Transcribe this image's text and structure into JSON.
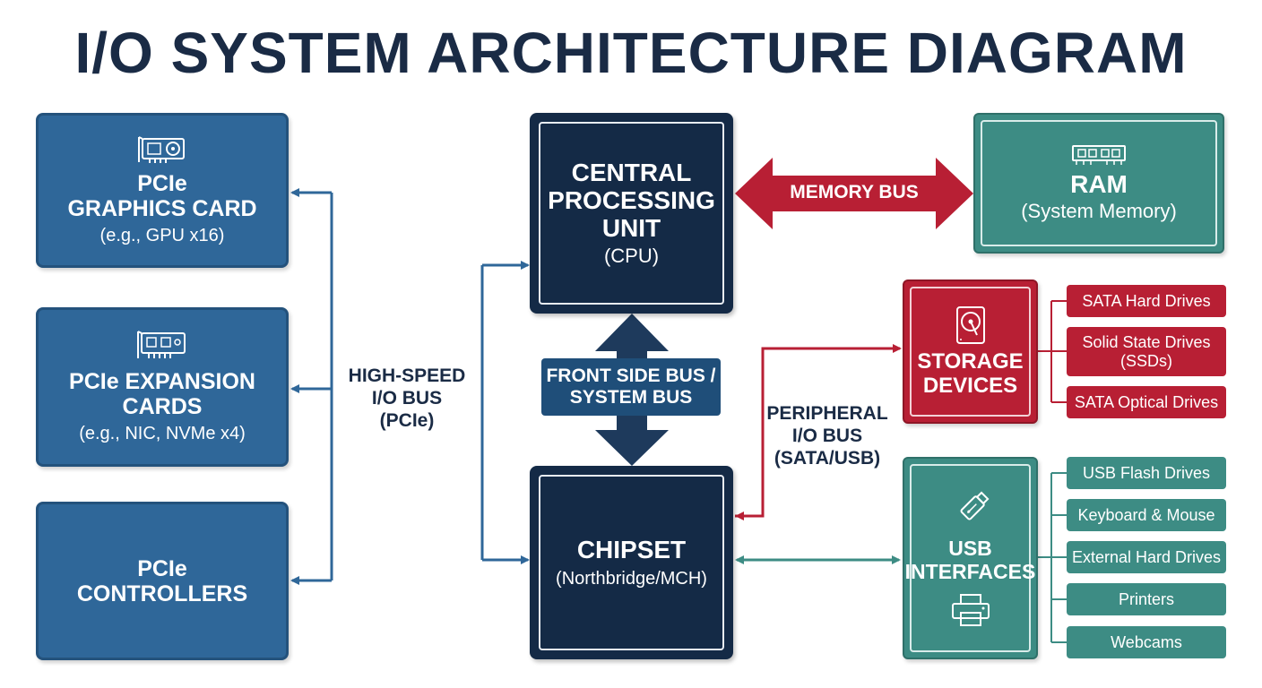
{
  "title": "I/O SYSTEM ARCHITECTURE DIAGRAM",
  "pcie_graphics": {
    "line1": "PCIe",
    "line2": "GRAPHICS CARD",
    "sub": "(e.g., GPU x16)",
    "icon": "graphics-card-icon"
  },
  "pcie_expansion": {
    "line1": "PCIe EXPANSION",
    "line2": "CARDS",
    "sub": "(e.g., NIC, NVMe x4)",
    "icon": "expansion-card-icon"
  },
  "pcie_controllers": {
    "line1": "PCIe",
    "line2": "CONTROLLERS"
  },
  "high_speed_bus": {
    "label": "HIGH-SPEED\nI/O BUS\n(PCIe)"
  },
  "cpu": {
    "line1": "CENTRAL",
    "line2": "PROCESSING",
    "line3": "UNIT",
    "sub": "(CPU)"
  },
  "front_side_bus": {
    "label": "FRONT SIDE BUS /\nSYSTEM BUS"
  },
  "chipset": {
    "title": "CHIPSET",
    "sub": "(Northbridge/MCH)"
  },
  "memory_bus": {
    "label": "MEMORY BUS"
  },
  "ram": {
    "title": "RAM",
    "sub": "(System Memory)",
    "icon": "ram-module-icon"
  },
  "peripheral_bus": {
    "label": "PERIPHERAL\nI/O BUS\n(SATA/USB)"
  },
  "storage": {
    "line1": "STORAGE",
    "line2": "DEVICES",
    "icon": "hard-drive-icon",
    "items": [
      "SATA Hard Drives",
      "Solid State Drives\n(SSDs)",
      "SATA Optical Drives"
    ]
  },
  "usb": {
    "line1": "USB",
    "line2": "INTERFACES",
    "icon": "usb-drive-icon",
    "icon2": "printer-icon",
    "items": [
      "USB Flash Drives",
      "Keyboard & Mouse",
      "External Hard Drives",
      "Printers",
      "Webcams"
    ]
  },
  "colors": {
    "blue": "#2f6799",
    "navy": "#142a46",
    "teal": "#3d8c84",
    "red": "#b81f34",
    "title": "#1a2b45"
  }
}
